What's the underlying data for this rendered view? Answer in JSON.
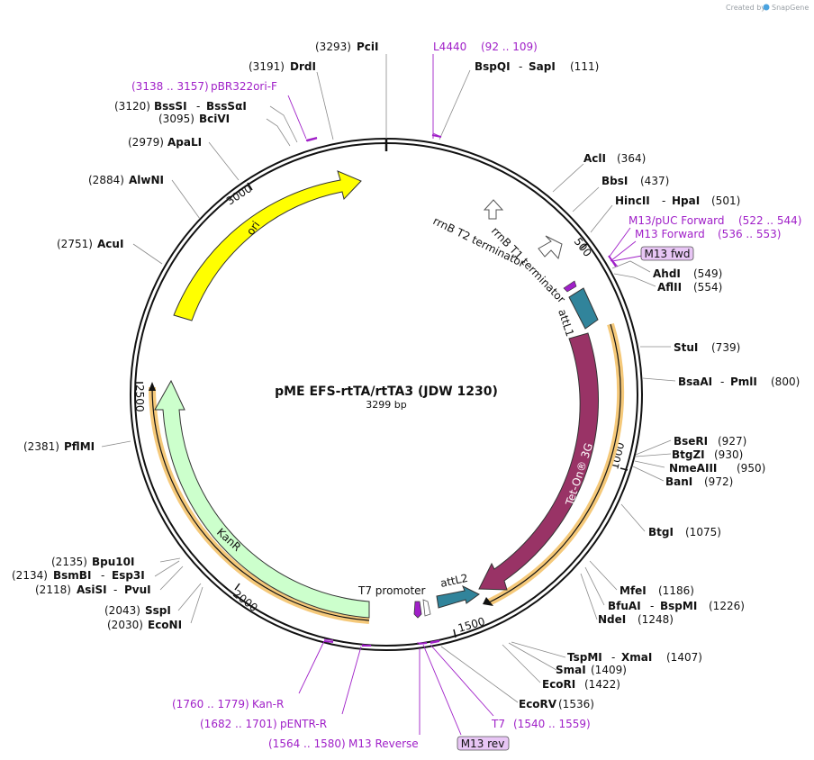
{
  "credit": {
    "created_by": "Created by",
    "brand": "SnapGene"
  },
  "plasmid": {
    "name": "pME EFS-rtTA/rtTA3 (JDW 1230)",
    "size": "3299 bp"
  },
  "ticks": [
    "500",
    "1000",
    "1500",
    "2000",
    "2500",
    "3000"
  ],
  "features": {
    "ori": "ori",
    "kanr": "KanR",
    "tet_on": "Tet-On® 3G",
    "attl1": "attL1",
    "attl2": "attL2",
    "rrnb_t1": "rrnB T1 terminator",
    "rrnb_t2": "rrnB T2 terminator",
    "t7_promoter": "T7 promoter"
  },
  "sites": [
    {
      "id": "pcii",
      "name": "PciI",
      "pos": "(3293)"
    },
    {
      "id": "drdi",
      "name": "DrdI",
      "pos": "(3191)"
    },
    {
      "id": "bsssi",
      "name": "BssSI",
      "sep": "-",
      "name2": "BssSαI",
      "pos": "(3120)"
    },
    {
      "id": "bcivi",
      "name": "BciVI",
      "pos": "(3095)"
    },
    {
      "id": "apali",
      "name": "ApaLI",
      "pos": "(2979)"
    },
    {
      "id": "alwni",
      "name": "AlwNI",
      "pos": "(2884)"
    },
    {
      "id": "acui",
      "name": "AcuI",
      "pos": "(2751)"
    },
    {
      "id": "pflmi",
      "name": "PflMI",
      "pos": "(2381)"
    },
    {
      "id": "bpu10i",
      "name": "Bpu10I",
      "pos": "(2135)"
    },
    {
      "id": "bsmbi",
      "name": "BsmBI",
      "sep": "-",
      "name2": "Esp3I",
      "pos": "(2134)"
    },
    {
      "id": "asisi",
      "name": "AsiSI",
      "sep": "-",
      "name2": "PvuI",
      "pos": "(2118)"
    },
    {
      "id": "sspi",
      "name": "SspI",
      "pos": "(2043)"
    },
    {
      "id": "ecoNI",
      "name": "EcoNI",
      "pos": "(2030)"
    },
    {
      "id": "bspqi",
      "name": "BspQI",
      "sep": "-",
      "name2": "SapI",
      "pos": "(111)"
    },
    {
      "id": "acli",
      "name": "AclI",
      "pos": "(364)"
    },
    {
      "id": "bbsi",
      "name": "BbsI",
      "pos": "(437)"
    },
    {
      "id": "hincii",
      "name": "HincII",
      "sep": "-",
      "name2": "HpaI",
      "pos": "(501)"
    },
    {
      "id": "ahdi",
      "name": "AhdI",
      "pos": "(549)"
    },
    {
      "id": "aflii",
      "name": "AflII",
      "pos": "(554)"
    },
    {
      "id": "stui",
      "name": "StuI",
      "pos": "(739)"
    },
    {
      "id": "bsaai",
      "name": "BsaAI",
      "sep": "-",
      "name2": "PmlI",
      "pos": "(800)"
    },
    {
      "id": "bseri",
      "name": "BseRI",
      "pos": "(927)"
    },
    {
      "id": "btgzi",
      "name": "BtgZI",
      "pos": "(930)"
    },
    {
      "id": "nmeaiii",
      "name": "NmeAIII",
      "pos": "(950)"
    },
    {
      "id": "bani",
      "name": "BanI",
      "pos": "(972)"
    },
    {
      "id": "btgi",
      "name": "BtgI",
      "pos": "(1075)"
    },
    {
      "id": "mfei",
      "name": "MfeI",
      "pos": "(1186)"
    },
    {
      "id": "bfuai",
      "name": "BfuAI",
      "sep": "-",
      "name2": "BspMI",
      "pos": "(1226)"
    },
    {
      "id": "ndei",
      "name": "NdeI",
      "pos": "(1248)"
    },
    {
      "id": "tspmi",
      "name": "TspMI",
      "sep": "-",
      "name2": "XmaI",
      "pos": "(1407)"
    },
    {
      "id": "smai",
      "name": "SmaI",
      "pos": "(1409)"
    },
    {
      "id": "ecori",
      "name": "EcoRI",
      "pos": "(1422)"
    },
    {
      "id": "ecorv",
      "name": "EcoRV",
      "pos": "(1536)"
    }
  ],
  "primers": [
    {
      "id": "pbr322",
      "name": "pBR322ori-F",
      "range": "(3138 .. 3157)"
    },
    {
      "id": "l4440",
      "name": "L4440",
      "range": "(92 .. 109)"
    },
    {
      "id": "m13puc",
      "name": "M13/pUC Forward",
      "range": "(522 .. 544)"
    },
    {
      "id": "m13fwd",
      "name": "M13 Forward",
      "range": "(536 .. 553)"
    },
    {
      "id": "m13fwd_box",
      "name": "M13 fwd"
    },
    {
      "id": "kanr_p",
      "name": "Kan-R",
      "range": "(1760 .. 1779)"
    },
    {
      "id": "pentr",
      "name": "pENTR-R",
      "range": "(1682 .. 1701)"
    },
    {
      "id": "m13rev",
      "name": "M13 Reverse",
      "range": "(1564 .. 1580)"
    },
    {
      "id": "t7",
      "name": "T7",
      "range": "(1540 .. 1559)"
    },
    {
      "id": "m13rev_box",
      "name": "M13 rev"
    }
  ],
  "colors": {
    "ori": "#ffff00",
    "kanr": "#ccffcc",
    "tet_on": "#993366",
    "att": "#31849b",
    "primer": "#a020c8",
    "primer_box": "#e8c6f5",
    "orf_highlight": "#f5c97a"
  }
}
